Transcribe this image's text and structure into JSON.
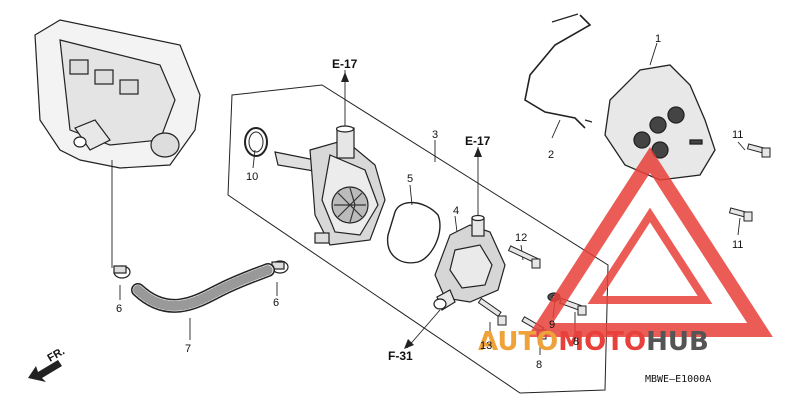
{
  "diagram_code": "MBWE–E1000A",
  "front_label": "FR.",
  "references": {
    "top_pump": "E-17",
    "mid_pump": "E-17",
    "bottom": "F-31"
  },
  "callouts": [
    "1",
    "2",
    "3",
    "4",
    "5",
    "6",
    "6",
    "7",
    "8",
    "8",
    "9",
    "10",
    "11",
    "11",
    "12",
    "13"
  ],
  "watermark": {
    "part1": "AUTO",
    "part2": "MOTO",
    "part3": "HUB",
    "color_red": "#e8403a",
    "color_orange": "#f0a23a",
    "color_dark": "#555555"
  }
}
